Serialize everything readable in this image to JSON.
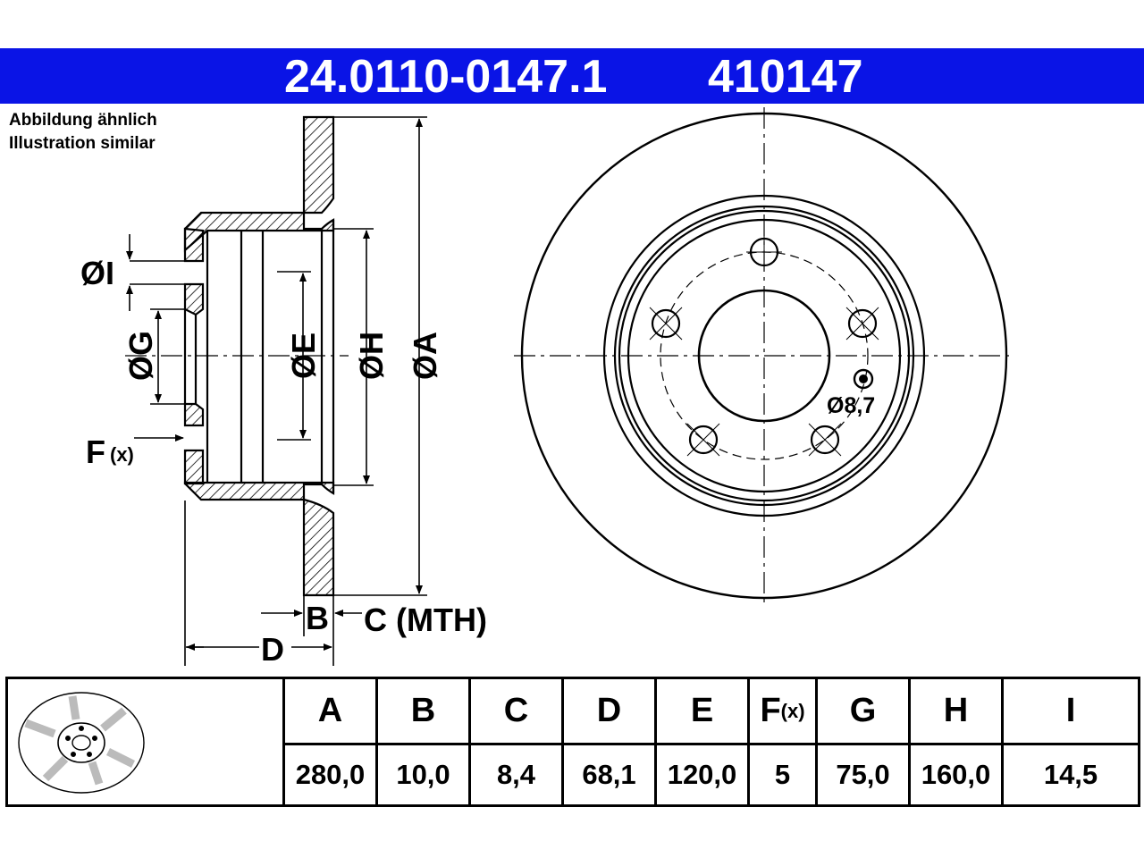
{
  "header": {
    "part_number": "24.0110-0147.1",
    "ref_number": "410147",
    "background": "#0a14e6"
  },
  "note": {
    "line1": "Abbildung ähnlich",
    "line2": "Illustration similar"
  },
  "drawing": {
    "labels": {
      "I": "ØI",
      "G": "ØG",
      "E": "ØE",
      "H": "ØH",
      "A": "ØA",
      "F": "F",
      "F_sub": "(x)",
      "B": "B",
      "C": "C (MTH)",
      "D": "D",
      "hole": "Ø8,7"
    }
  },
  "table": {
    "headers": [
      "A",
      "B",
      "C",
      "D",
      "E",
      "F",
      "G",
      "H",
      "I"
    ],
    "f_sub": "(x)",
    "values": [
      "280,0",
      "10,0",
      "8,4",
      "68,1",
      "120,0",
      "5",
      "75,0",
      "160,0",
      "14,5"
    ]
  }
}
